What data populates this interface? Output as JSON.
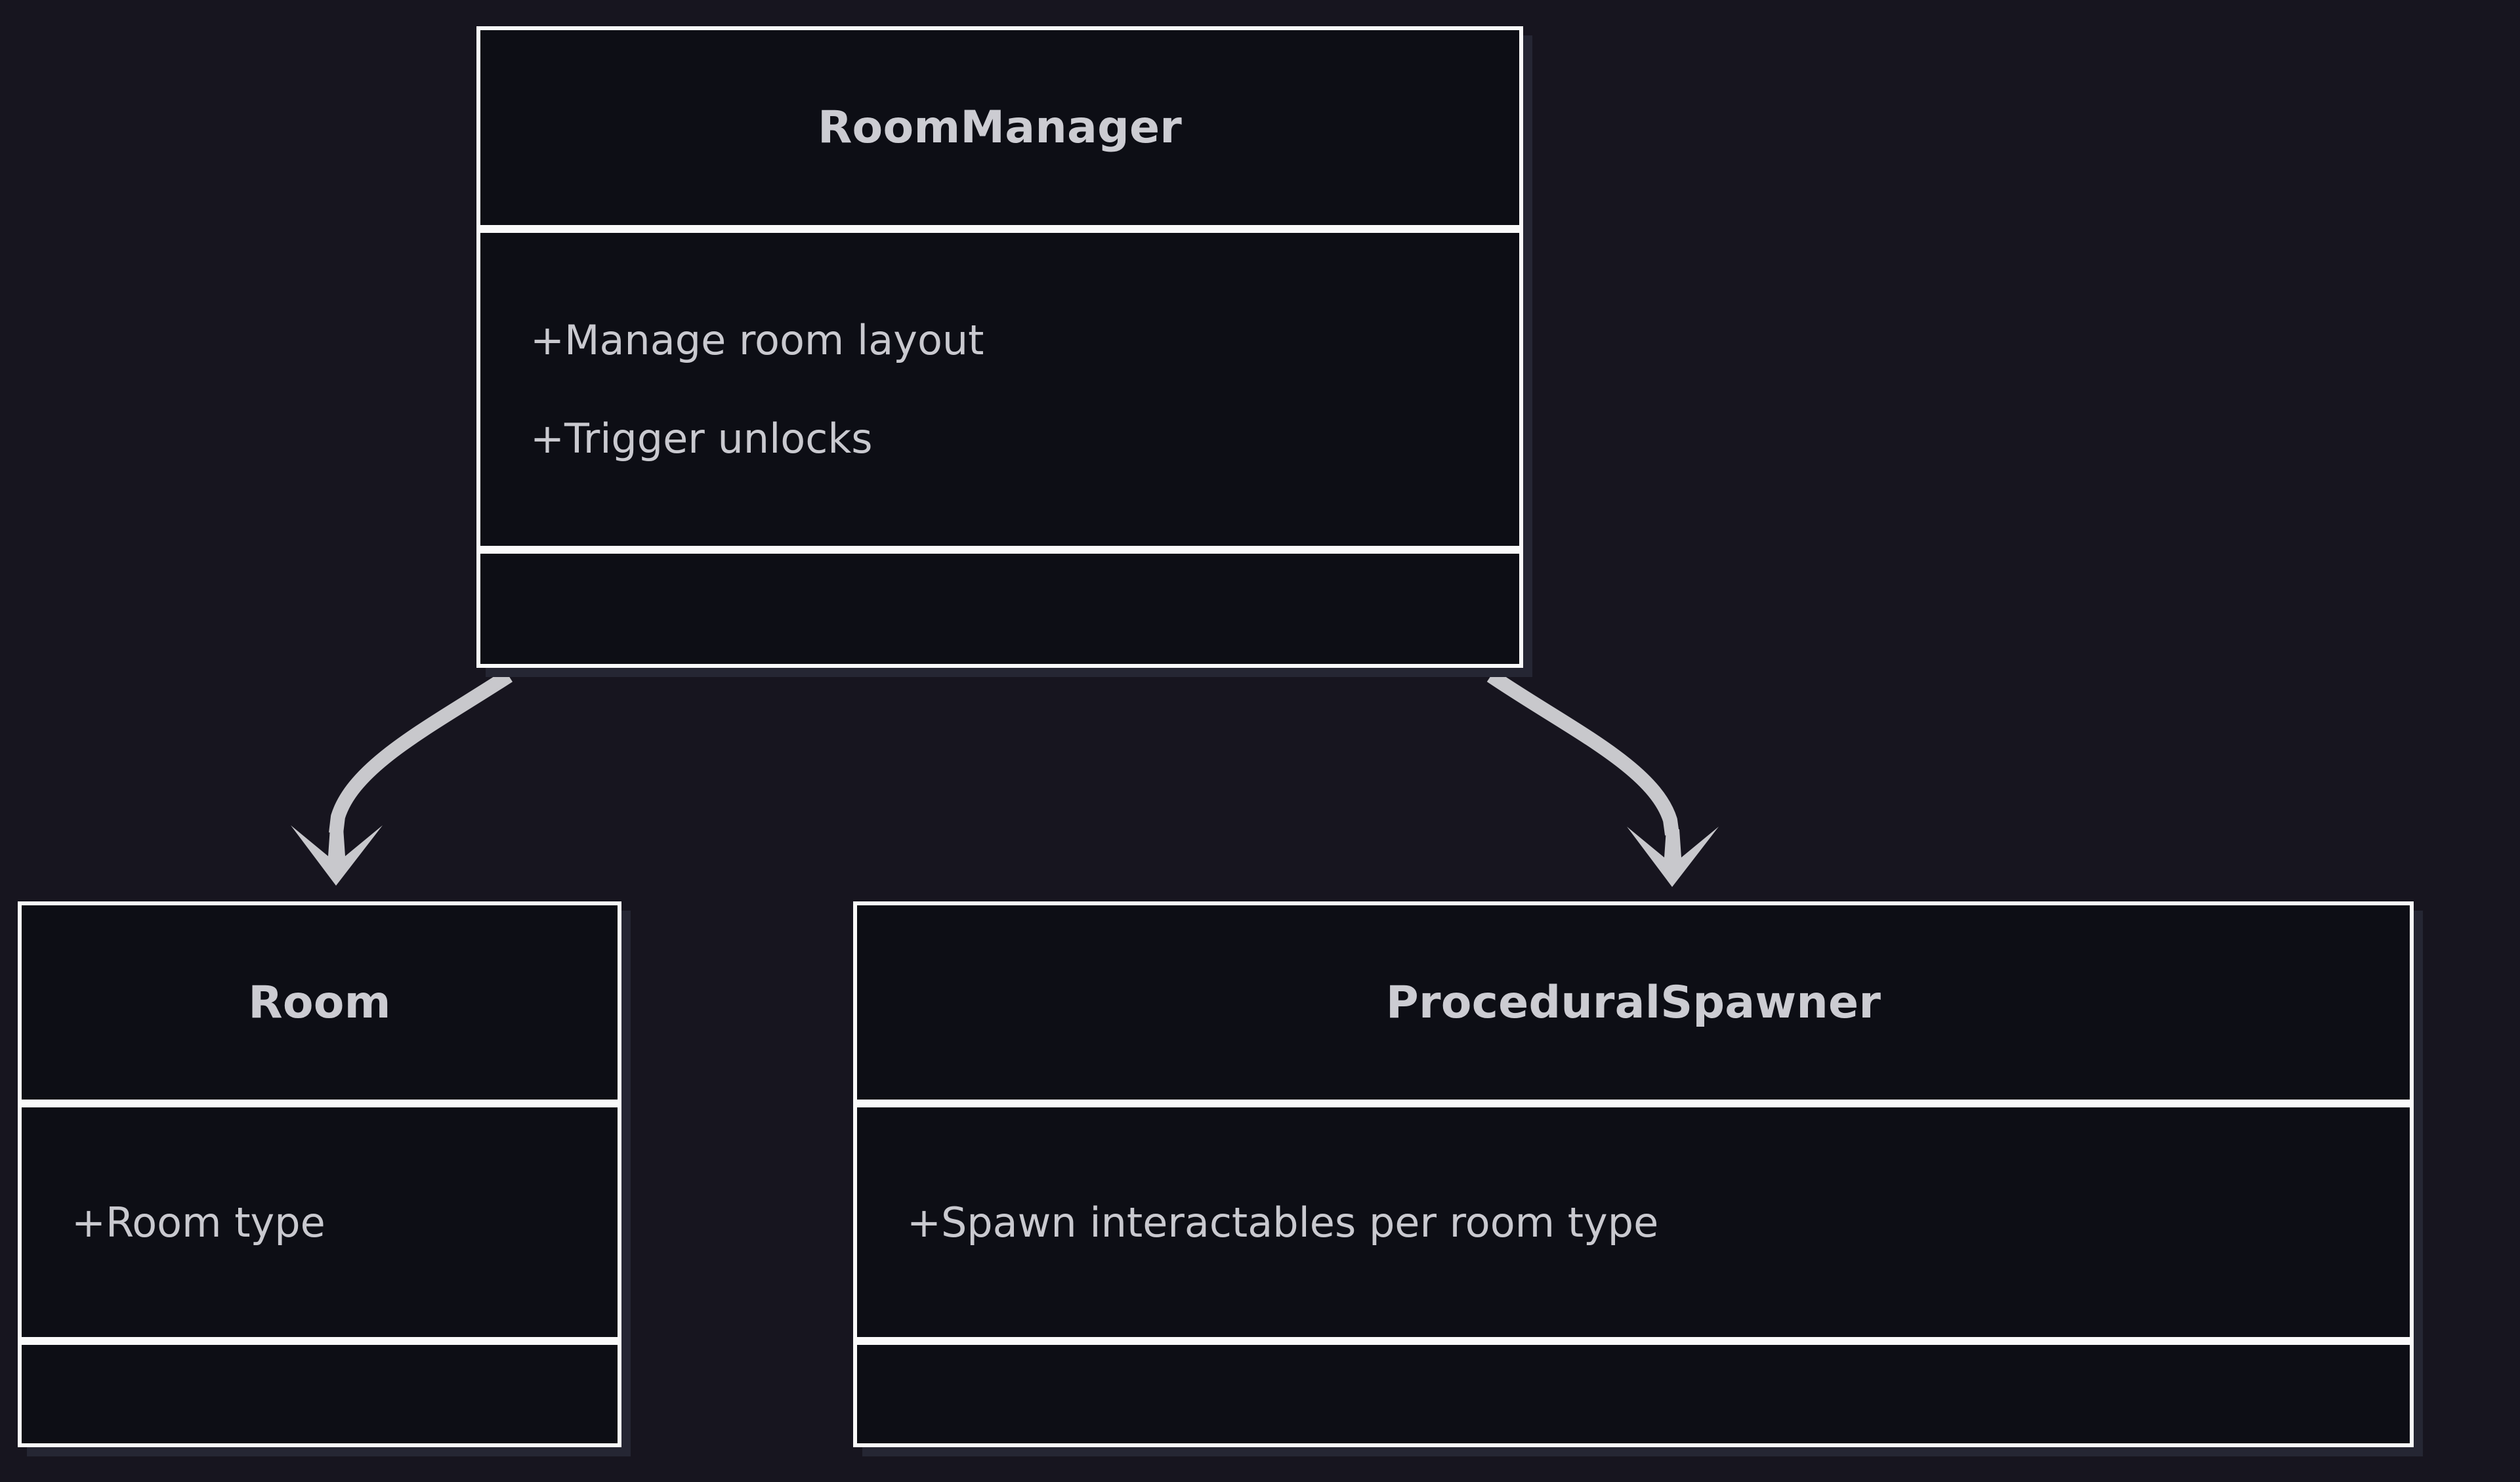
{
  "diagram": {
    "type": "uml-class-diagram",
    "background_color": "#17151f",
    "node_fill_color": "#0d0e15",
    "node_border_color": "#fafafa",
    "node_shadow_color": "#252633",
    "text_color": "#c9c9cf",
    "edge_color": "#c8c8cc"
  },
  "classes": [
    {
      "id": "roommanager",
      "name": "RoomManager",
      "attributes": [
        "+Manage room layout",
        "+Trigger unlocks"
      ],
      "operations": []
    },
    {
      "id": "room",
      "name": "Room",
      "attributes": [
        "+Room type"
      ],
      "operations": []
    },
    {
      "id": "proceduralspawner",
      "name": "ProceduralSpawner",
      "attributes": [
        "+Spawn interactables per room type"
      ],
      "operations": []
    }
  ],
  "relationships": [
    {
      "id": "roommanager-to-room",
      "from": "RoomManager",
      "to": "Room",
      "arrow": "open-arrow",
      "label": ""
    },
    {
      "id": "roommanager-to-proceduralspawner",
      "from": "RoomManager",
      "to": "ProceduralSpawner",
      "arrow": "open-arrow",
      "label": ""
    }
  ]
}
